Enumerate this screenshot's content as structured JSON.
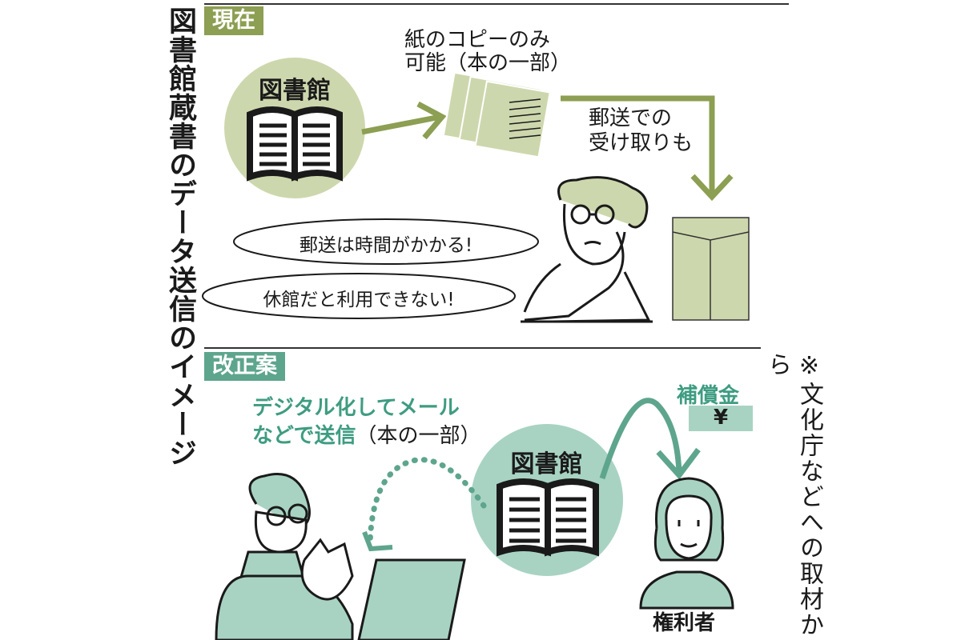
{
  "title": "図書館蔵書のデータ送信のイメージ",
  "current": {
    "label": "現在",
    "library": "図書館",
    "copy_line1": "紙のコピーのみ",
    "copy_line2": "可能（本の一部）",
    "mail_line1": "郵送での",
    "mail_line2": "受け取りも",
    "bubble1": "郵送は時間がかかる!",
    "bubble2": "休館だと利用できない!"
  },
  "proposal": {
    "label": "改正案",
    "send_line1": "デジタル化してメール",
    "send_line2_teal": "などで送信",
    "send_line2_rest": "（本の一部）",
    "library": "図書館",
    "compensation": "補償金",
    "yen": "¥",
    "rights_holder": "権利者"
  },
  "source_note": "※文化庁などへの取材から",
  "colors": {
    "olive": "#8c9f52",
    "olive_light": "#cdd7ad",
    "teal": "#5ea58d",
    "teal_light": "#a8d3c3",
    "teal_text": "#3e9c81"
  }
}
